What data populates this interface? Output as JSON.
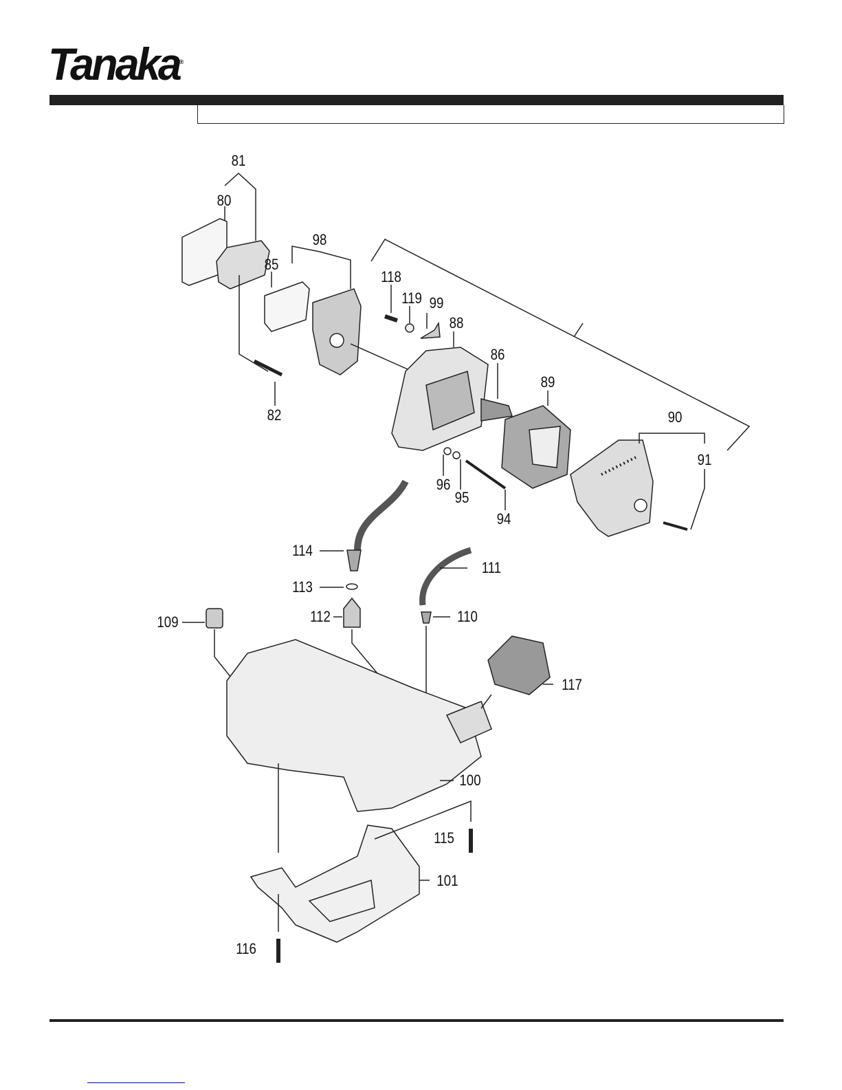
{
  "header": {
    "brand": "Tanaka",
    "registered_mark": "®",
    "title": ""
  },
  "diagram": {
    "part_labels": [
      "81",
      "80",
      "98",
      "85",
      "118",
      "119",
      "99",
      "88",
      "86",
      "89",
      "90",
      "91",
      "96",
      "95",
      "94",
      "82",
      "114",
      "111",
      "113",
      "112",
      "110",
      "109",
      "117",
      "100",
      "115",
      "101",
      "116"
    ]
  },
  "colors": {
    "ink": "#222222",
    "link": "#0000cc"
  }
}
